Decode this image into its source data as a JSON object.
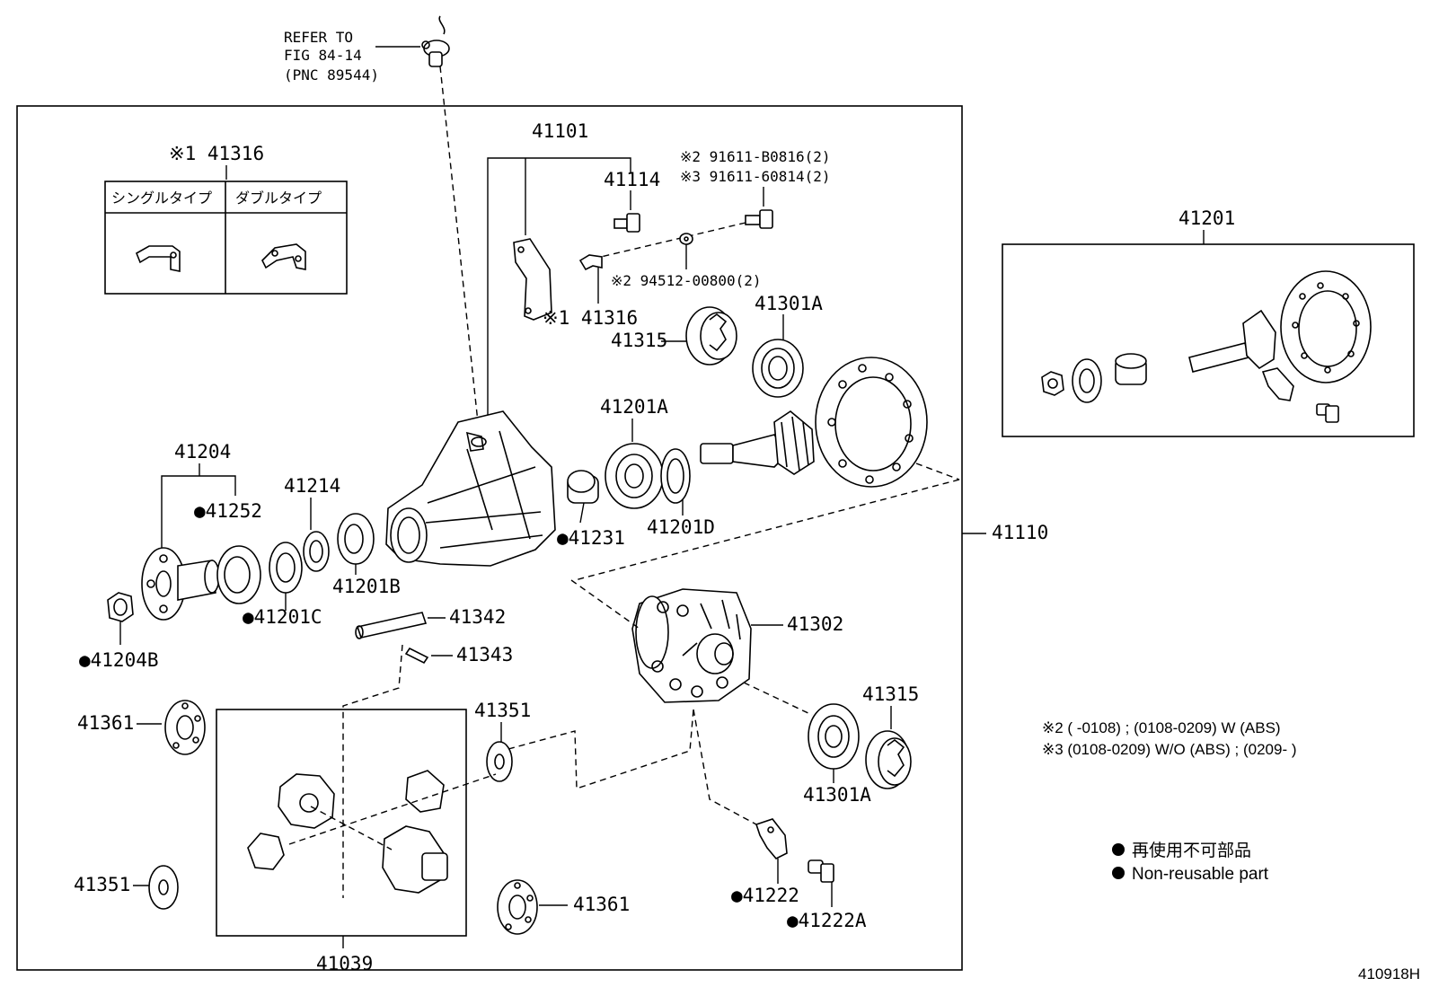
{
  "refer": {
    "line1": "REFER TO",
    "line2": "FIG 84-14",
    "line3": "(PNC 89544)"
  },
  "inset_41316": {
    "label": "※1 41316",
    "col_single": "シングルタイプ",
    "col_double": "ダブルタイプ"
  },
  "parts": {
    "p41101": "41101",
    "p41114": "41114",
    "p91611b": "※2 91611-B0816(2)",
    "p91611_6": "※3 91611-60814(2)",
    "p94512": "※2 94512-00800(2)",
    "p41316": "※1 41316",
    "p41315a": "41315",
    "p41301a_top": "41301A",
    "p41201a": "41201A",
    "p41201d": "41201D",
    "p41231": "●41231",
    "p41204": "41204",
    "p41252": "●41252",
    "p41214": "41214",
    "p41201b": "41201B",
    "p41201c": "●41201C",
    "p41204b": "●41204B",
    "p41342": "41342",
    "p41343": "41343",
    "p41110": "41110",
    "p41302": "41302",
    "p41315b": "41315",
    "p41301a_bot": "41301A",
    "p41361a": "41361",
    "p41351a": "41351",
    "p41351b": "41351",
    "p41361b": "41361",
    "p41039": "41039",
    "p41222": "●41222",
    "p41222a": "●41222A",
    "p41201": "41201"
  },
  "notes": {
    "n2": "※2 (        -0108) ; (0108-0209) W (ABS)",
    "n3": "※3 (0108-0209) W/O (ABS) ; (0209-        )"
  },
  "legend": {
    "jp": "再使用不可部品",
    "en": "Non-reusable part"
  },
  "figure_code": "410918H"
}
